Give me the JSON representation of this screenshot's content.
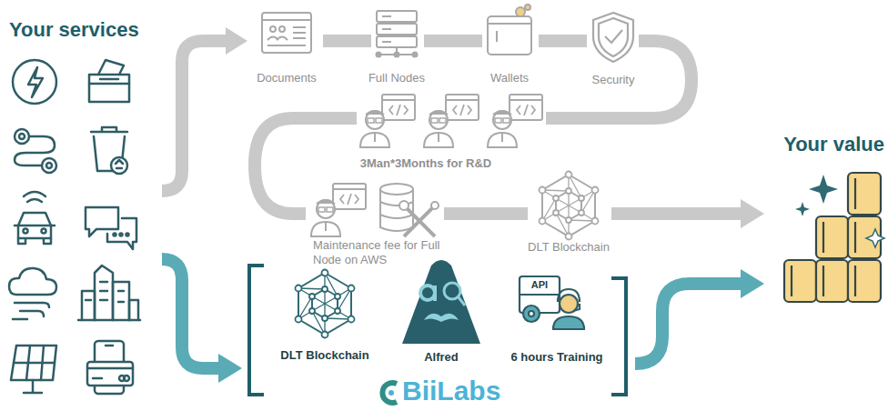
{
  "diagram": {
    "labels": [
      "Your services",
      "Documents",
      "Full Nodes",
      "Wallets",
      "Security",
      "3Man*3Months for R&D",
      "Maintenance fee for Full Node on AWS",
      "DLT Blockchain",
      "Your value",
      "DLT Blockchain",
      "Alfred",
      "API",
      "6 hours Training",
      "BiiLabs"
    ]
  }
}
